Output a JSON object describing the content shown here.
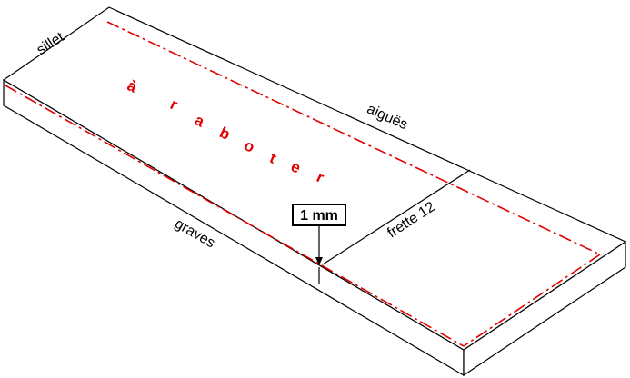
{
  "labels": {
    "sillet": "sillet",
    "aigues": "aiguës",
    "graves": "graves",
    "frette": "frette 12",
    "thickness": "1 mm"
  },
  "planing_letters": [
    "à",
    "r",
    "a",
    "b",
    "o",
    "t",
    "e",
    "r"
  ],
  "colors": {
    "outline": "#000000",
    "planing_line": "#e00000",
    "planing_text": "#e00000"
  }
}
